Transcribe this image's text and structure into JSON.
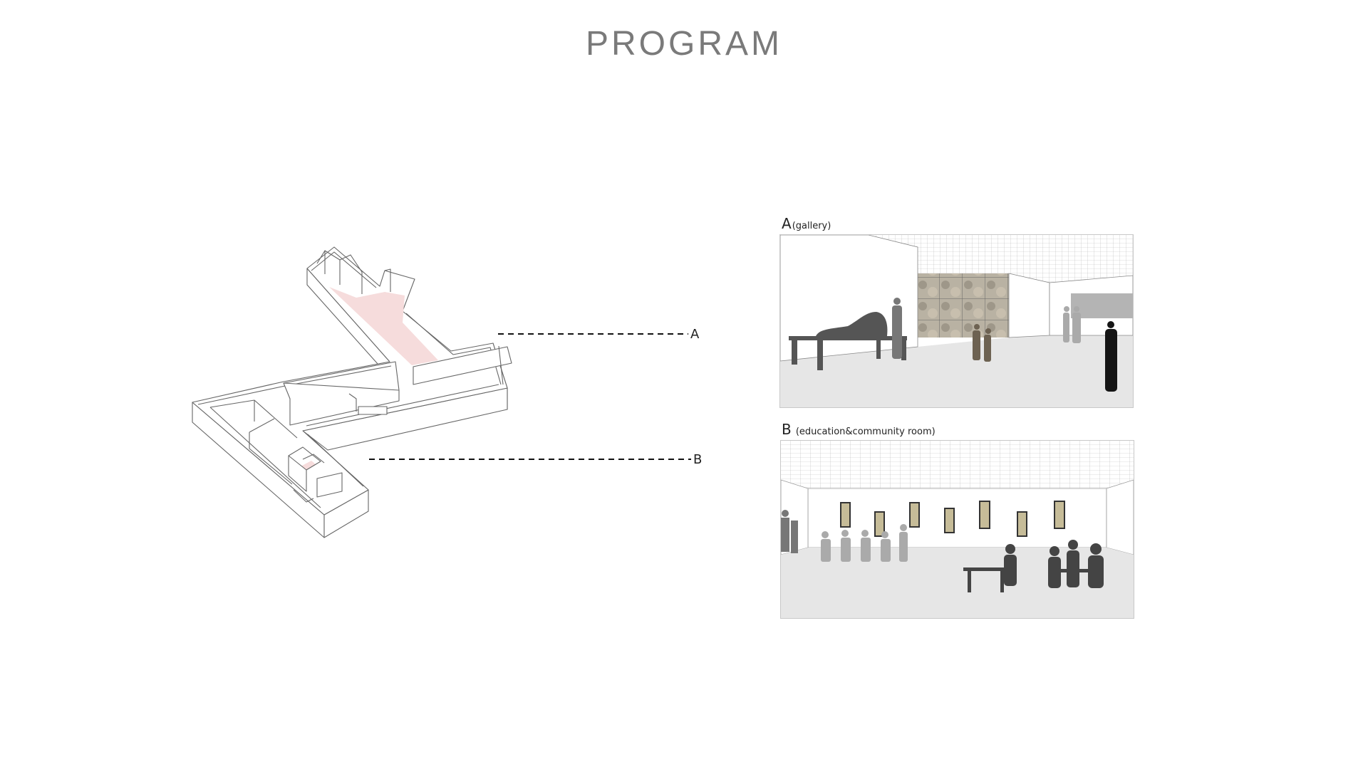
{
  "title": "PROGRAM",
  "axonometric": {
    "cut_a_label": "A",
    "cut_b_label": "B"
  },
  "views": [
    {
      "letter": "A",
      "caption": "(gallery)"
    },
    {
      "letter": "B",
      "caption": "(education&community room)"
    }
  ],
  "colors": {
    "title": "#7a7a7a",
    "highlight": "#f6dcdc",
    "line": "#555555",
    "silhouette": "#3c3c3c",
    "floor": "#e6e6e6"
  }
}
